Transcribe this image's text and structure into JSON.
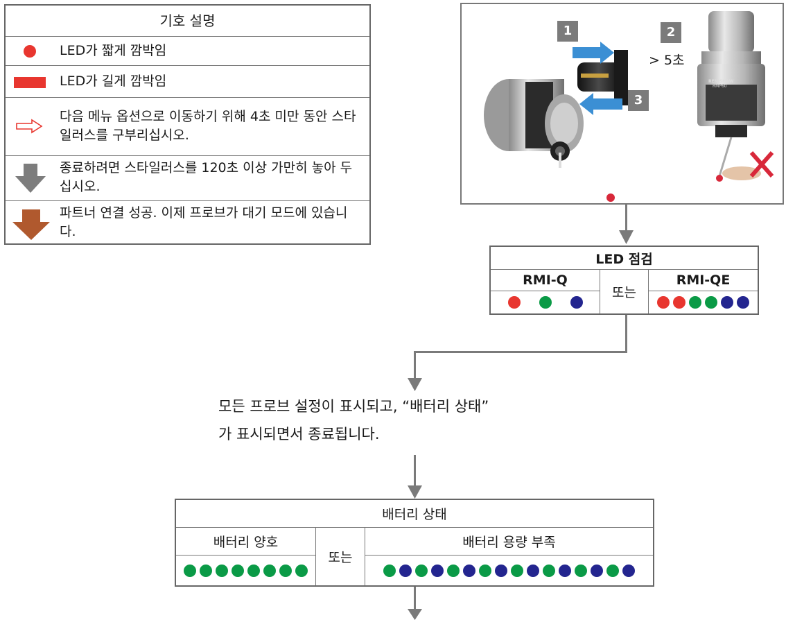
{
  "legend": {
    "title": "기호 설명",
    "items": [
      {
        "symbol": "short-flash-dot",
        "text": "LED가 짧게 깜박임"
      },
      {
        "symbol": "long-flash-bar",
        "text": "LED가 길게 깜박임"
      },
      {
        "symbol": "outline-arrow-right",
        "text": "다음 메뉴 옵션으로 이동하기 위해 4초 미만 동안 스타일러스를 구부리십시오."
      },
      {
        "symbol": "grey-arrow-down",
        "text": "종료하려면 스타일러스를 120초 이상 가만히 놓아 두십시오."
      },
      {
        "symbol": "brown-arrow-down",
        "text": "파트너 연결 성공. 이제 프로브가 대기 모드에 있습니다."
      }
    ]
  },
  "photo": {
    "step1": "1",
    "step2": "2",
    "step3": "3",
    "time_label": "> 5초",
    "brand_label": "RENISHAW",
    "model_label": "RMP60"
  },
  "led_check": {
    "title": "LED 점검",
    "left_label": "RMI-Q",
    "or_label": "또는",
    "right_label": "RMI-QE"
  },
  "description": {
    "line1": "모든 프로브 설정이 표시되고, “배터리 상태”",
    "line2": "가 표시되면서 종료됩니다."
  },
  "battery": {
    "title": "배터리 상태",
    "good_label": "배터리 양호",
    "or_label": "또는",
    "low_label": "배터리 용량 부족"
  },
  "colors": {
    "red": "#e8362f",
    "green": "#0a9a46",
    "blue": "#23258f",
    "brown": "#b0592e",
    "grey_arrow": "#7d7d7d",
    "connector": "#7a7a7a"
  },
  "led_sequences": {
    "rmi_q": [
      "red",
      "green",
      "blue"
    ],
    "rmi_qe": [
      "red",
      "red",
      "green",
      "green",
      "blue",
      "blue"
    ],
    "battery_good": [
      "green",
      "green",
      "green",
      "green",
      "green",
      "green",
      "green",
      "green"
    ],
    "battery_low": [
      "green",
      "blue",
      "green",
      "blue",
      "green",
      "blue",
      "green",
      "blue",
      "green",
      "blue",
      "green",
      "blue",
      "green",
      "blue",
      "green",
      "blue"
    ]
  }
}
